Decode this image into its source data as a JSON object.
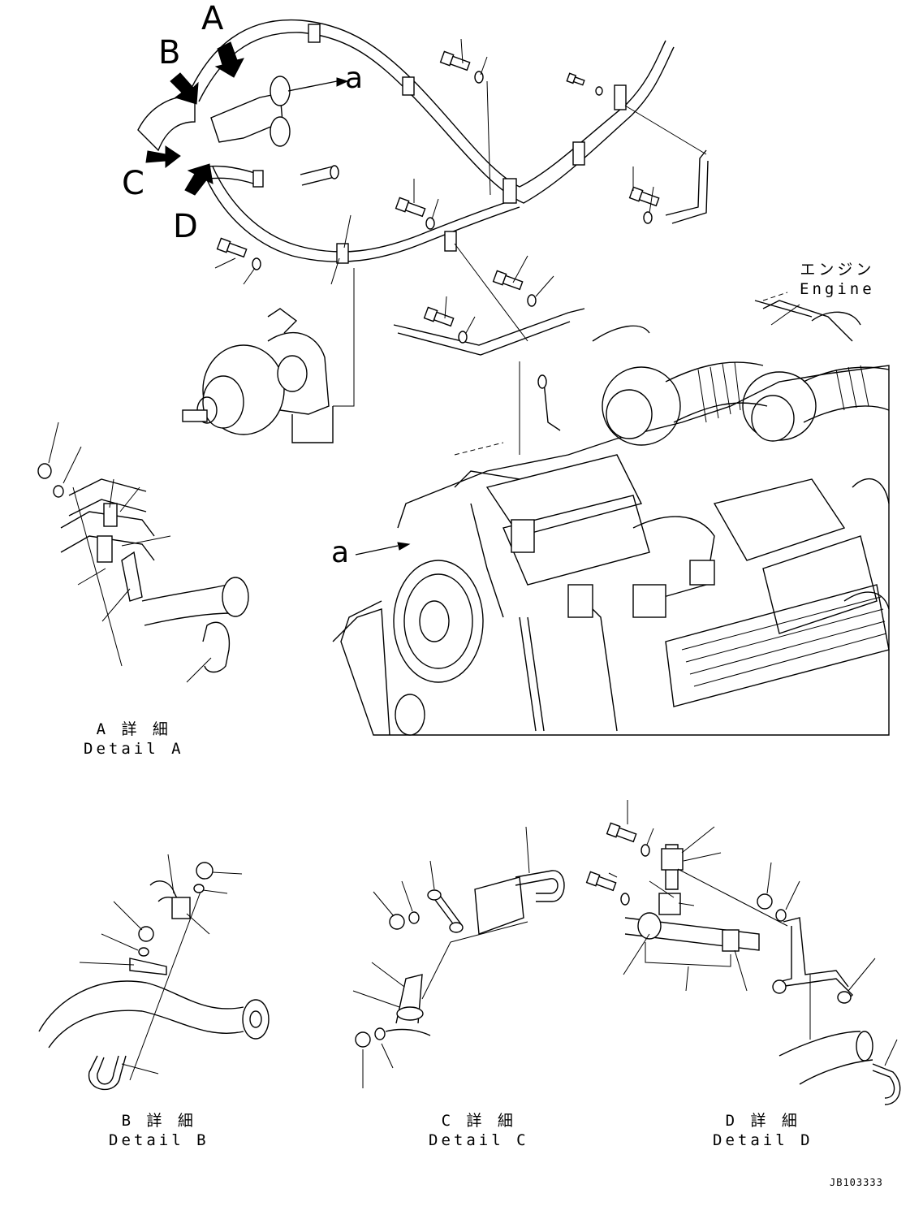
{
  "callouts": {
    "a": "A",
    "b": "B",
    "c": "C",
    "d": "D",
    "a_lower_1": "a",
    "a_lower_2": "a"
  },
  "engine_label": {
    "jp": "エンジン",
    "en": "Engine"
  },
  "details": {
    "a": {
      "jp": "A 詳 細",
      "en": "Detail A"
    },
    "b": {
      "jp": "B 詳 細",
      "en": "Detail B"
    },
    "c": {
      "jp": "C 詳 細",
      "en": "Detail C"
    },
    "d": {
      "jp": "D 詳 細",
      "en": "Detail D"
    }
  },
  "drawing_code": "JB103333"
}
